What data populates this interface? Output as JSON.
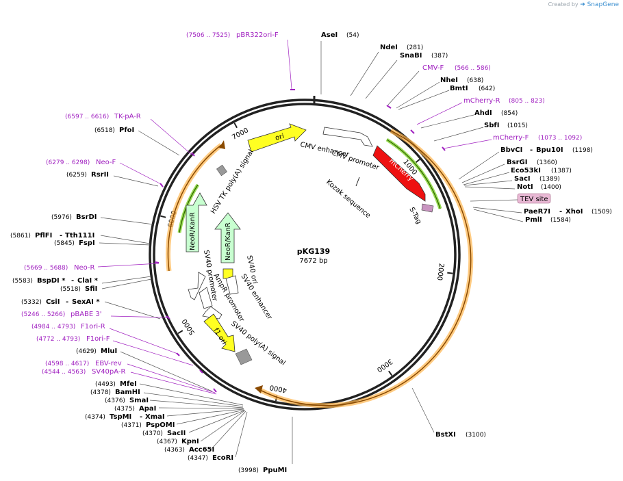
{
  "credit": {
    "prefix": "Created by",
    "brand": "SnapGene"
  },
  "plasmid": {
    "name": "pKG139",
    "length_text": "7672 bp",
    "length": 7672
  },
  "ticks": [
    {
      "bp": 1000,
      "label": "1000"
    },
    {
      "bp": 2000,
      "label": "2000"
    },
    {
      "bp": 3000,
      "label": "3000"
    },
    {
      "bp": 4000,
      "label": "4000"
    },
    {
      "bp": 5000,
      "label": "5000"
    },
    {
      "bp": 6000,
      "label": "6000"
    },
    {
      "bp": 7000,
      "label": "7000"
    }
  ],
  "colors": {
    "primer": "#a020c0",
    "mcherry": "#ee1111",
    "ori": "#ffff22",
    "neo": "#c8ffd0",
    "orange_orf": "#ffb54d"
  },
  "labels": {
    "enzymes_right": [
      {
        "name": "AseI",
        "pos": "(54)"
      },
      {
        "name": "NdeI",
        "pos": "(281)"
      },
      {
        "name": "SnaBI",
        "pos": "(387)"
      },
      {
        "name": "NheI",
        "pos": "(638)"
      },
      {
        "name": "BmtI",
        "pos": "(642)"
      },
      {
        "name": "AhdI",
        "pos": "(854)"
      },
      {
        "name": "SbfI",
        "pos": "(1015)"
      },
      {
        "name": "BbvCI",
        "sep": "-",
        "name2": "Bpu10I",
        "pos": "(1198)"
      },
      {
        "name": "BsrGI",
        "pos": "(1360)"
      },
      {
        "name": "Eco53kI",
        "pos": "(1387)"
      },
      {
        "name": "SacI",
        "pos": "(1389)"
      },
      {
        "name": "NotI",
        "pos": "(1400)"
      },
      {
        "name": "PaeR7I",
        "sep": "-",
        "name2": "XhoI",
        "pos": "(1509)"
      },
      {
        "name": "PmlI",
        "pos": "(1584)"
      },
      {
        "name": "BstXI",
        "pos": "(3100)"
      }
    ],
    "primers_right": [
      {
        "name": "pBR322ori-F",
        "range": "(7506 .. 7525)"
      },
      {
        "name": "CMV-F",
        "range": "(566 .. 586)"
      },
      {
        "name": "mCherry-R",
        "range": "(805 .. 823)"
      },
      {
        "name": "mCherry-F",
        "range": "(1073 .. 1092)"
      }
    ],
    "tev": "TEV site",
    "enzymes_left": [
      {
        "name": "PfoI",
        "pos": "(6518)"
      },
      {
        "name": "RsrII",
        "pos": "(6259)"
      },
      {
        "name": "BsrDI",
        "pos": "(5976)"
      },
      {
        "name": "PflFI",
        "sep": "-",
        "name2": "Tth111I",
        "pos": "(5861)"
      },
      {
        "name": "FspI",
        "pos": "(5845)"
      },
      {
        "name": "BspDI *",
        "sep": "-",
        "name2": "ClaI *",
        "pos": "(5583)"
      },
      {
        "name": "SfiI",
        "pos": "(5518)"
      },
      {
        "name": "CsiI",
        "sep": "-",
        "name2": "SexAI *",
        "pos": "(5332)"
      },
      {
        "name": "MluI",
        "pos": "(4629)"
      },
      {
        "name": "MfeI",
        "pos": "(4493)"
      },
      {
        "name": "BamHI",
        "pos": "(4378)"
      },
      {
        "name": "SmaI",
        "pos": "(4376)"
      },
      {
        "name": "ApaI",
        "pos": "(4375)"
      },
      {
        "name": "TspMI",
        "sep": "-",
        "name2": "XmaI",
        "pos": "(4374)"
      },
      {
        "name": "PspOMI",
        "pos": "(4371)"
      },
      {
        "name": "SacII",
        "pos": "(4370)"
      },
      {
        "name": "KpnI",
        "pos": "(4367)"
      },
      {
        "name": "Acc65I",
        "pos": "(4363)"
      },
      {
        "name": "EcoRI",
        "pos": "(4347)"
      },
      {
        "name": "PpuMI",
        "pos": "(3998)"
      }
    ],
    "primers_left": [
      {
        "name": "TK-pA-R",
        "range": "(6597 .. 6616)"
      },
      {
        "name": "Neo-F",
        "range": "(6279 .. 6298)"
      },
      {
        "name": "Neo-R",
        "range": "(5669 .. 5688)"
      },
      {
        "name": "pBABE 3'",
        "range": "(5246 .. 5266)"
      },
      {
        "name": "F1ori-R",
        "range": "(4984 .. 4793)"
      },
      {
        "name": "F1ori-F",
        "range": "(4772 .. 4793)"
      },
      {
        "name": "EBV-rev",
        "range": "(4598 .. 4617)"
      },
      {
        "name": "SV40pA-R",
        "range": "(4544 .. 4563)"
      }
    ],
    "features": {
      "ori": "ori",
      "cmv_enhancer": "CMV enhancer",
      "cmv_promoter": "CMV promoter",
      "kozak": "Kozak sequence",
      "mcherry": "mCherry",
      "stag": "S-Tag",
      "hsv_tk": "HSV TK poly(A) signal",
      "neo_outer": "NeoR/KanR",
      "neo_inner": "NeoR/KanR",
      "sv40_ori": "SV40 ori",
      "sv40_enh": "SV40 enhancer",
      "sv40_prom": "SV40 promoter",
      "ampr_prom": "AmpR promoter",
      "f1_ori": "f1 ori",
      "sv40_polya": "SV40 poly(A) signal"
    }
  }
}
